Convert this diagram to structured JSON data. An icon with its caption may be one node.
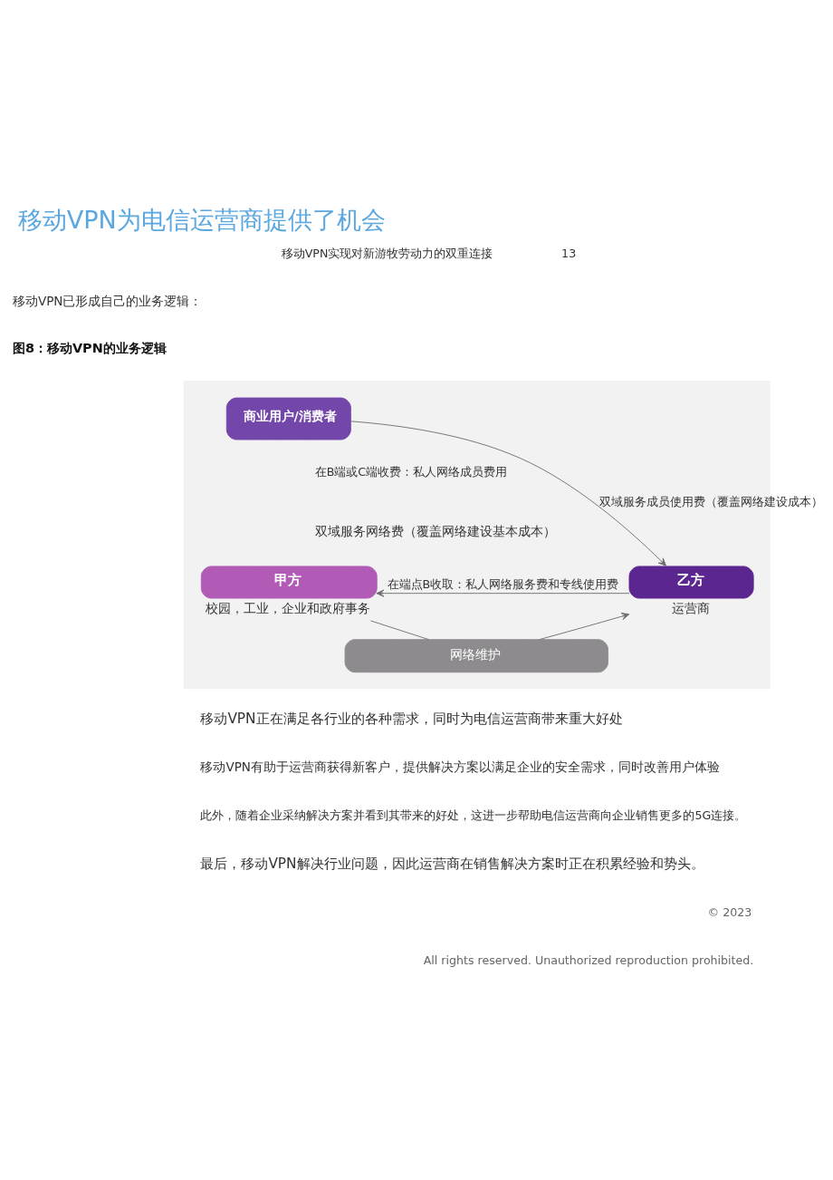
{
  "diagram": {
    "title": "移动VPN为电信运营商提供了机会",
    "nodes": [
      {
        "text": [],
        "shape": "box"
      },
      {
        "text": [
          "商业用户/消费者"
        ],
        "in": 0
      },
      {
        "text": [
          "甲方"
        ],
        "beside": [
          "校园，工业，企业和政府事务"
        ],
        "in": 0
      },
      {
        "text": [
          "乙方"
        ],
        "beside": [
          "运营商"
        ],
        "in": 0
      },
      {
        "text": [
          "网络维护"
        ],
        "in": 0
      }
    ],
    "edges": [
      {
        "from": 1,
        "to": 3,
        "arrow": "to",
        "label": "双域服务成员使用费（覆盖网络建设成本）"
      },
      {
        "from": 3,
        "to": 2,
        "arrow": "to",
        "label": "在端点B收取：私人网络服务费和专线使用费"
      },
      {
        "from": 2,
        "to": 4,
        "arrow": "none"
      },
      {
        "from": 4,
        "to": 3,
        "arrow": "to"
      }
    ],
    "labels": [
      "移动VPN实现对新游牧劳动力的双重连接",
      "13",
      "移动VPN已形成自己的业务逻辑：",
      "图8：移动VPN的业务逻辑",
      "在B端或C端收费：私人网络成员费用",
      "双域服务网络费（覆盖网络建设基本成本）",
      "移动VPN正在满足各行业的各种需求，同时为电信运营商带来重大好处",
      "移动VPN有助于运营商获得新客户，提供解决方案以满足企业的安全需求，同时改善用户体验",
      "此外，随着企业采纳解决方案并看到其带来的好处，这进一步帮助电信运营商向企业销售更多的5G连接。",
      "最后，移动VPN解决行业问题，因此运营商在销售解决方案时正在积累经验和势头。",
      "© 2023",
      "All rights reserved. Unauthorized reproduction prohibited."
    ]
  }
}
